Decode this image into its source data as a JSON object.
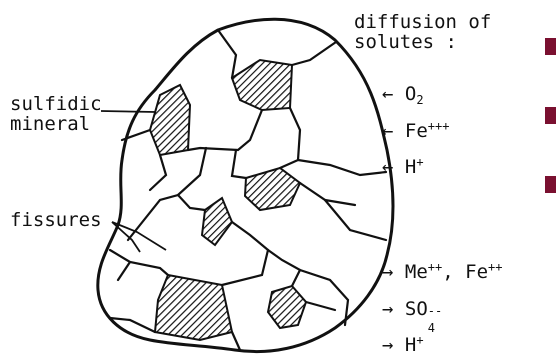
{
  "labels": {
    "sulfidic_line1": "sulfidic",
    "sulfidic_line2": "mineral",
    "fissures": "fissures",
    "diffusion_line1": "diffusion of",
    "diffusion_line2": "solutes :"
  },
  "inward": [
    {
      "arrow": "←",
      "species": "O",
      "sub": "2",
      "sup": ""
    },
    {
      "arrow": "←",
      "species": "Fe",
      "sub": "",
      "sup": "+++"
    },
    {
      "arrow": "←",
      "species": "H",
      "sub": "",
      "sup": "+"
    }
  ],
  "outward": {
    "row1": {
      "arrow": "→",
      "a": "Me",
      "a_sup": "++",
      "sep": ",",
      "b": "Fe",
      "b_sup": "++"
    },
    "row2": {
      "arrow": "→",
      "species": "SO",
      "sub": "4",
      "sup": "--"
    },
    "row3": {
      "arrow": "→",
      "species": "H",
      "sup": "+"
    }
  },
  "colors": {
    "ink": "#111111",
    "bullet": "#7a1030"
  }
}
